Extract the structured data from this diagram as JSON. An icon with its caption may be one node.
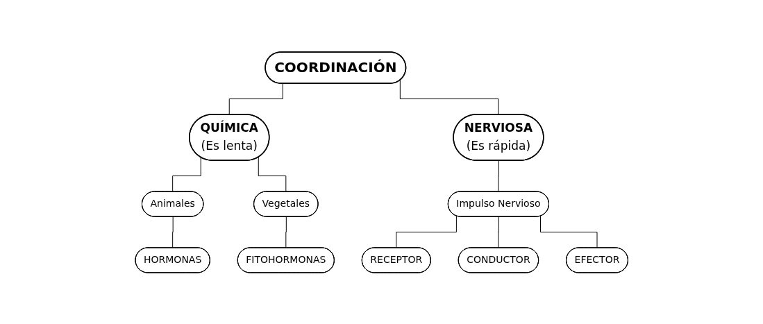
{
  "diagram": {
    "nodes": [
      {
        "text": [
          "COORDINACIÓN"
        ]
      },
      {
        "text": [
          "QUÍMICA",
          "(Es lenta)"
        ]
      },
      {
        "text": [
          "NERVIOSA",
          "(Es rápida)"
        ]
      },
      {
        "text": [
          "Animales"
        ]
      },
      {
        "text": [
          "Vegetales"
        ]
      },
      {
        "text": [
          "Impulso Nervioso"
        ]
      },
      {
        "text": [
          "HORMONAS"
        ]
      },
      {
        "text": [
          "FITOHORMONAS"
        ]
      },
      {
        "text": [
          "RECEPTOR"
        ]
      },
      {
        "text": [
          "CONDUCTOR"
        ]
      },
      {
        "text": [
          "EFECTOR"
        ]
      }
    ],
    "edges": [
      {
        "from": 0,
        "to": 1,
        "arrow": "none"
      },
      {
        "from": 0,
        "to": 2,
        "arrow": "none"
      },
      {
        "from": 1,
        "to": 3,
        "arrow": "none"
      },
      {
        "from": 1,
        "to": 4,
        "arrow": "none"
      },
      {
        "from": 3,
        "to": 6,
        "arrow": "none"
      },
      {
        "from": 4,
        "to": 7,
        "arrow": "none"
      },
      {
        "from": 2,
        "to": 5,
        "arrow": "none"
      },
      {
        "from": 5,
        "to": 8,
        "arrow": "none"
      },
      {
        "from": 5,
        "to": 9,
        "arrow": "none"
      },
      {
        "from": 5,
        "to": 10,
        "arrow": "none"
      }
    ]
  }
}
